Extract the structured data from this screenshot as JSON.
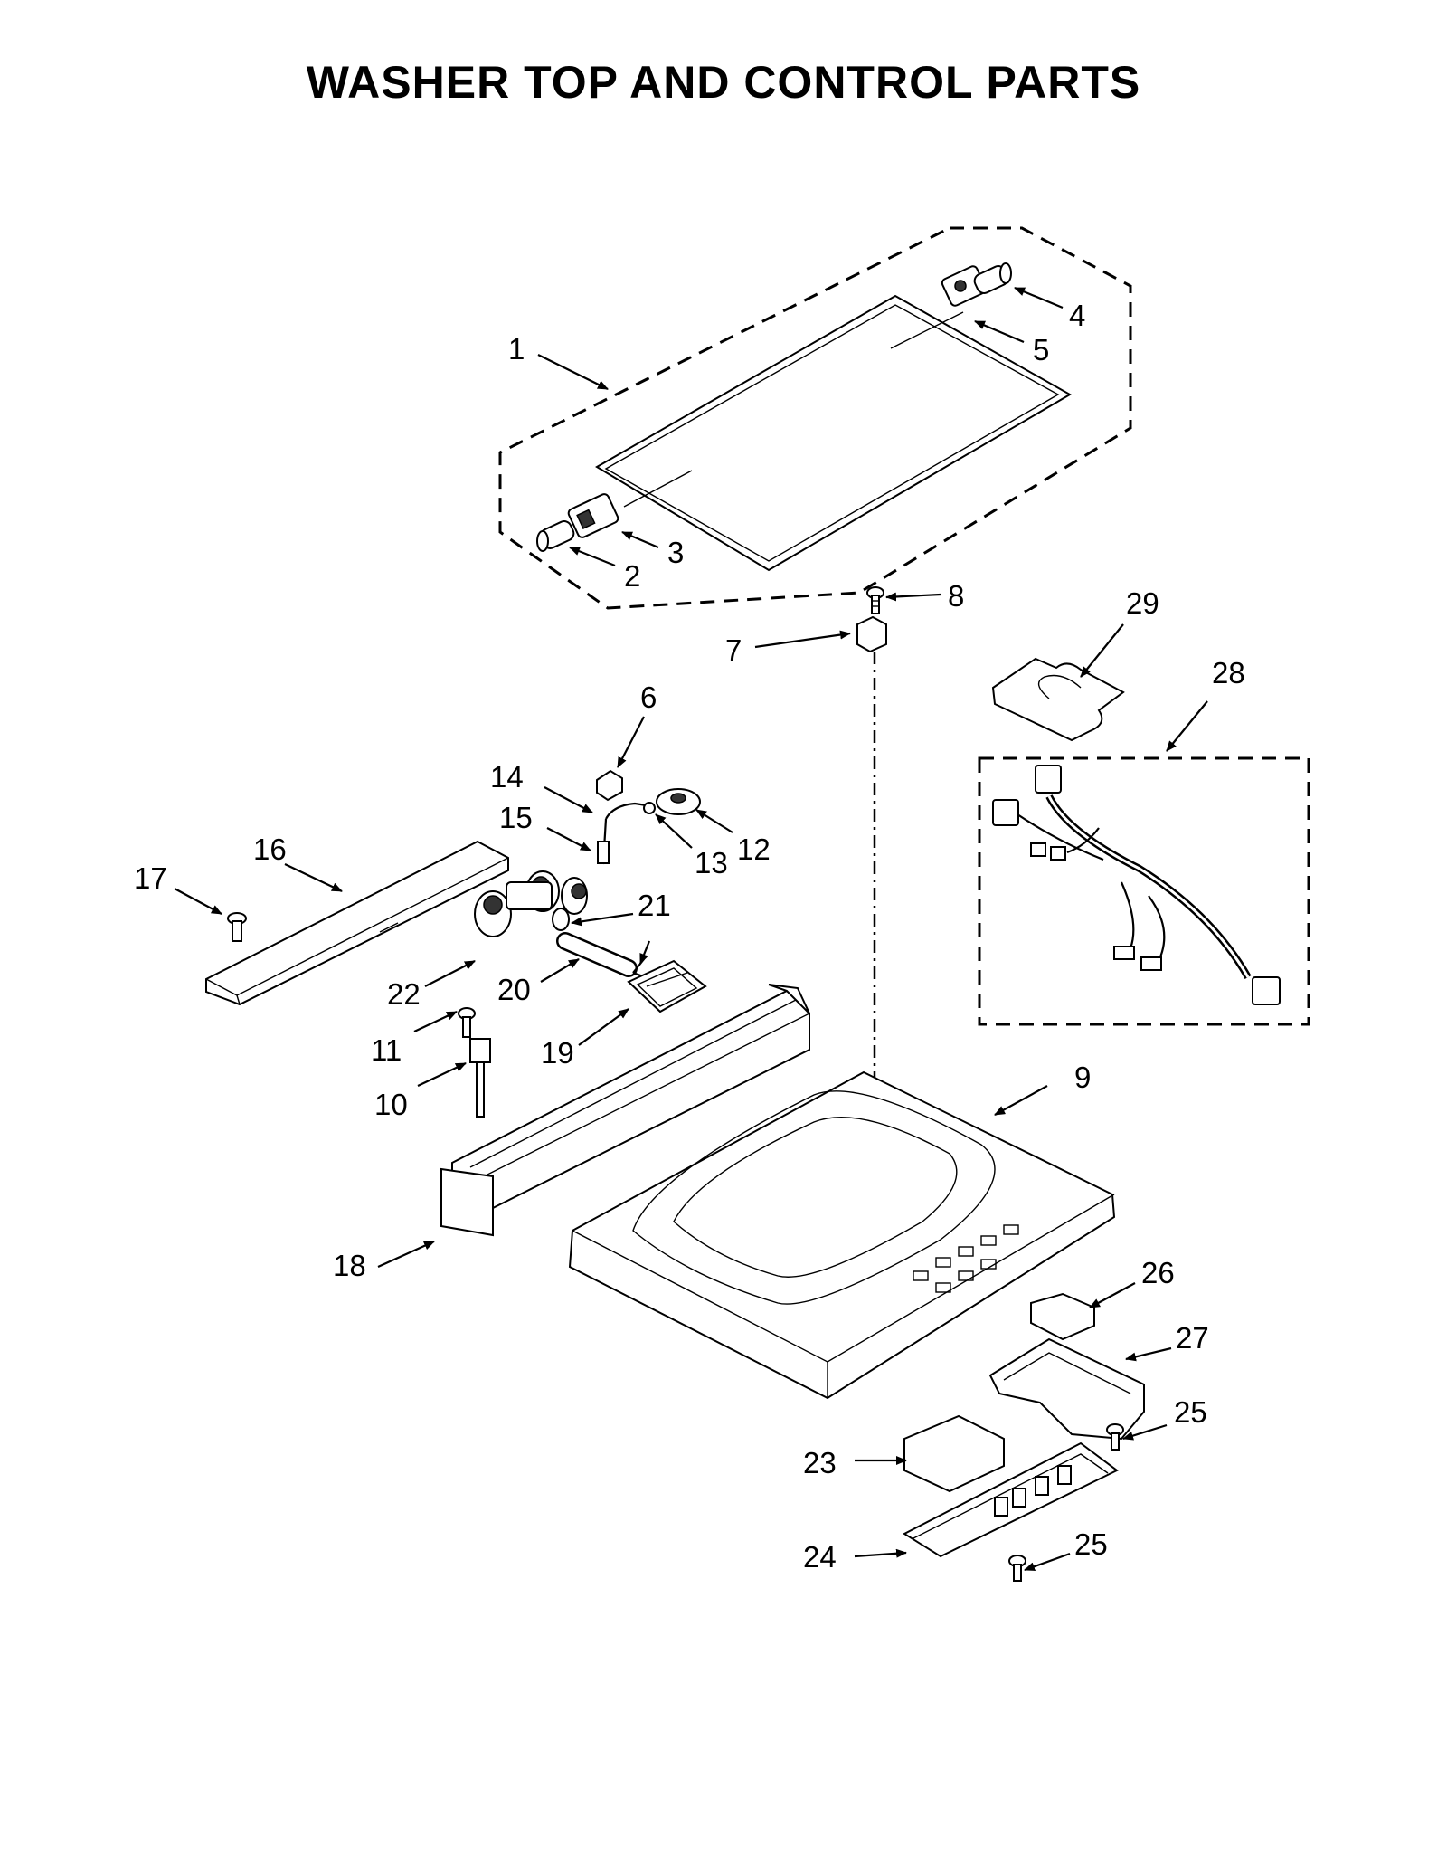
{
  "title": "WASHER TOP AND CONTROL PARTS",
  "callouts": [
    "1",
    "2",
    "3",
    "4",
    "5",
    "6",
    "7",
    "8",
    "9",
    "10",
    "11",
    "12",
    "13",
    "14",
    "15",
    "16",
    "17",
    "18",
    "19",
    "20",
    "21",
    "21",
    "22",
    "23",
    "24",
    "25",
    "25",
    "26",
    "27",
    "28",
    "29"
  ]
}
